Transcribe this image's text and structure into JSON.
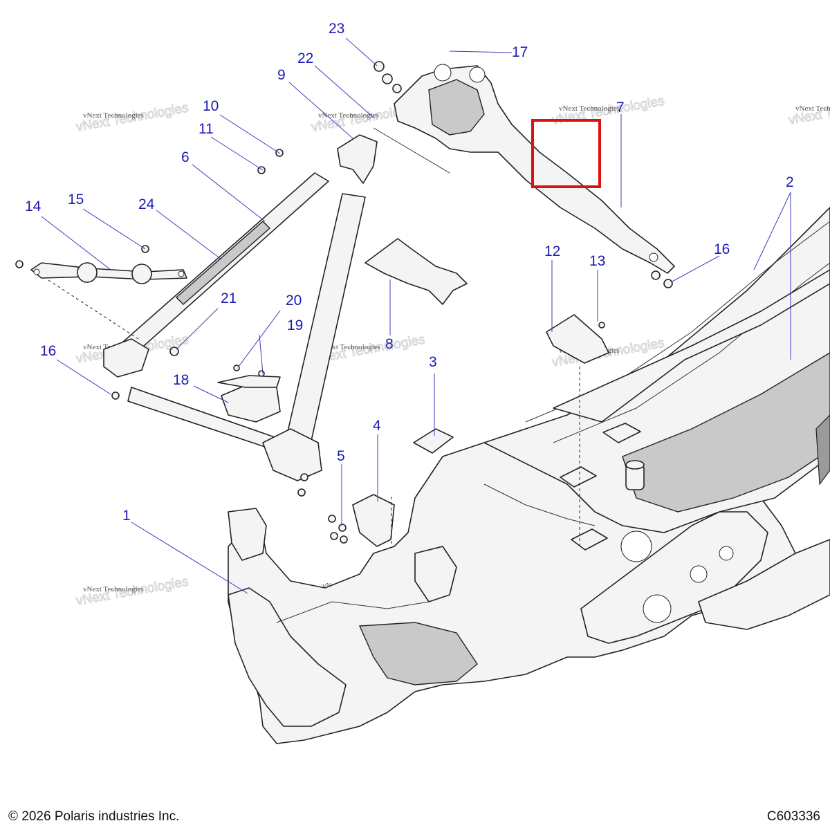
{
  "diagram": {
    "callouts": [
      "1",
      "2",
      "3",
      "4",
      "5",
      "6",
      "7",
      "8",
      "9",
      "10",
      "11",
      "12",
      "13",
      "14",
      "15",
      "16",
      "16",
      "17",
      "18",
      "19",
      "20",
      "21",
      "22",
      "23",
      "24"
    ],
    "watermark": {
      "line1": "vNext Technologies",
      "line2": "vNext Technologies"
    },
    "highlight_color": "#dd1111",
    "callout_color": "#1a1ab4"
  },
  "footer": {
    "copyright": "© 2026 Polaris industries Inc.",
    "figure_code": "C603336"
  }
}
